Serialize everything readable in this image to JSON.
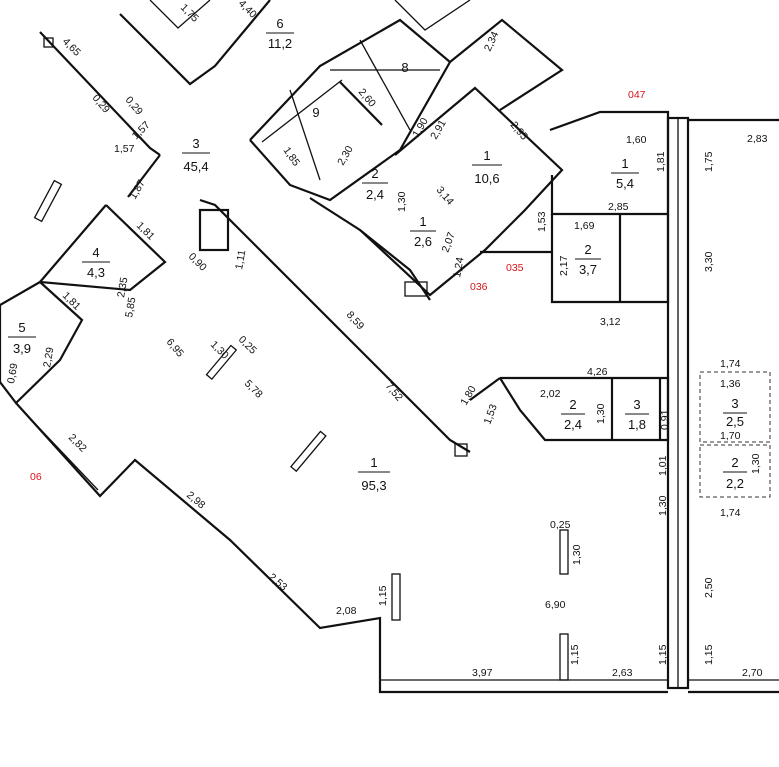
{
  "rooms": [
    {
      "id": "r6-top",
      "number": "6",
      "area": "11,2"
    },
    {
      "id": "r8",
      "number": "8",
      "area": ""
    },
    {
      "id": "r9",
      "number": "9",
      "area": ""
    },
    {
      "id": "r3-corr",
      "number": "3",
      "area": "45,4"
    },
    {
      "id": "r2-small",
      "number": "2",
      "area": "2,4"
    },
    {
      "id": "r1-lobby",
      "number": "1",
      "area": "10,6"
    },
    {
      "id": "r1-small",
      "number": "1",
      "area": "2,6"
    },
    {
      "id": "r1-right",
      "number": "1",
      "area": "5,4"
    },
    {
      "id": "r2-right",
      "number": "2",
      "area": "3,7"
    },
    {
      "id": "r4",
      "number": "4",
      "area": "4,3"
    },
    {
      "id": "r5",
      "number": "5",
      "area": "3,9"
    },
    {
      "id": "r1-main",
      "number": "1",
      "area": "95,3"
    },
    {
      "id": "r2-mid",
      "number": "2",
      "area": "2,4"
    },
    {
      "id": "r3-mid",
      "number": "3",
      "area": "1,8"
    },
    {
      "id": "r3-far",
      "number": "3",
      "area": "2,5"
    },
    {
      "id": "r2-far",
      "number": "2",
      "area": "2,2"
    }
  ],
  "dimensions": [
    {
      "id": "d1",
      "text": "4,65"
    },
    {
      "id": "d2",
      "text": "1,75"
    },
    {
      "id": "d3",
      "text": "4,40"
    },
    {
      "id": "d4",
      "text": "2,34"
    },
    {
      "id": "d5",
      "text": "0,29"
    },
    {
      "id": "d6",
      "text": "0,29"
    },
    {
      "id": "d7",
      "text": "1,57"
    },
    {
      "id": "d8",
      "text": "1,57"
    },
    {
      "id": "d9",
      "text": "1,87"
    },
    {
      "id": "d10",
      "text": "2,60"
    },
    {
      "id": "d11",
      "text": "1,90"
    },
    {
      "id": "d12",
      "text": "2,91"
    },
    {
      "id": "d13",
      "text": "2,95"
    },
    {
      "id": "d14",
      "text": "1,85"
    },
    {
      "id": "d15",
      "text": "2,30"
    },
    {
      "id": "d16",
      "text": "1,30"
    },
    {
      "id": "d17",
      "text": "3,14"
    },
    {
      "id": "d18",
      "text": "2,07"
    },
    {
      "id": "d19",
      "text": "1,24"
    },
    {
      "id": "d20",
      "text": "1,60"
    },
    {
      "id": "d21",
      "text": "1,81"
    },
    {
      "id": "d22",
      "text": "1,75"
    },
    {
      "id": "d23",
      "text": "2,83"
    },
    {
      "id": "d24",
      "text": "1,69"
    },
    {
      "id": "d25",
      "text": "2,85"
    },
    {
      "id": "d26",
      "text": "1,53"
    },
    {
      "id": "d27",
      "text": "2,17"
    },
    {
      "id": "d28",
      "text": "3,30"
    },
    {
      "id": "d29",
      "text": "1,81"
    },
    {
      "id": "d30",
      "text": "0,90"
    },
    {
      "id": "d31",
      "text": "1,11"
    },
    {
      "id": "d32",
      "text": "2,35"
    },
    {
      "id": "d33",
      "text": "1,81"
    },
    {
      "id": "d34",
      "text": "5,85"
    },
    {
      "id": "d35",
      "text": "8,59"
    },
    {
      "id": "d36",
      "text": "3,12"
    },
    {
      "id": "d37",
      "text": "2,29"
    },
    {
      "id": "d38",
      "text": "0,69"
    },
    {
      "id": "d39",
      "text": "6,95"
    },
    {
      "id": "d40",
      "text": "1,30"
    },
    {
      "id": "d41",
      "text": "0,25"
    },
    {
      "id": "d42",
      "text": "5,78"
    },
    {
      "id": "d43",
      "text": "7,52"
    },
    {
      "id": "d44",
      "text": "1,80"
    },
    {
      "id": "d45",
      "text": "1,53"
    },
    {
      "id": "d46",
      "text": "4,26"
    },
    {
      "id": "d47",
      "text": "1,74"
    },
    {
      "id": "d48",
      "text": "1,36"
    },
    {
      "id": "d49",
      "text": "2,02"
    },
    {
      "id": "d50",
      "text": "1,30"
    },
    {
      "id": "d51",
      "text": "0,91"
    },
    {
      "id": "d52",
      "text": "1,70"
    },
    {
      "id": "d53",
      "text": "1,01"
    },
    {
      "id": "d54",
      "text": "1,30"
    },
    {
      "id": "d55",
      "text": "1,30"
    },
    {
      "id": "d56",
      "text": "1,74"
    },
    {
      "id": "d57",
      "text": "2,82"
    },
    {
      "id": "d58",
      "text": "2,98"
    },
    {
      "id": "d59",
      "text": "0,25"
    },
    {
      "id": "d60",
      "text": "1,30"
    },
    {
      "id": "d61",
      "text": "2,53"
    },
    {
      "id": "d62",
      "text": "6,90"
    },
    {
      "id": "d63",
      "text": "2,50"
    },
    {
      "id": "d64",
      "text": "1,15"
    },
    {
      "id": "d65",
      "text": "2,08"
    },
    {
      "id": "d66",
      "text": "1,15"
    },
    {
      "id": "d67",
      "text": "1,15"
    },
    {
      "id": "d68",
      "text": "1,15"
    },
    {
      "id": "d69",
      "text": "3,97"
    },
    {
      "id": "d70",
      "text": "2,63"
    },
    {
      "id": "d71",
      "text": "2,70"
    }
  ],
  "markers": [
    {
      "id": "m047",
      "text": "047"
    },
    {
      "id": "m035",
      "text": "035"
    },
    {
      "id": "m036",
      "text": "036"
    },
    {
      "id": "m06",
      "text": "06"
    }
  ],
  "colors": {
    "walls": "#111111",
    "marker": "#d8141c",
    "background": "#ffffff"
  }
}
